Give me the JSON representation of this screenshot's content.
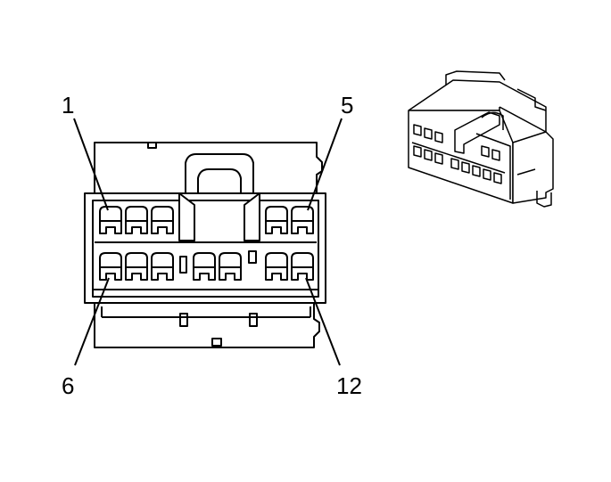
{
  "connector": {
    "pin_callouts": [
      "1",
      "5",
      "6",
      "12"
    ],
    "colors": {
      "line": "#000000",
      "background": "#ffffff"
    },
    "icons": [
      "connector-face-view-icon",
      "connector-isometric-view-icon"
    ]
  }
}
